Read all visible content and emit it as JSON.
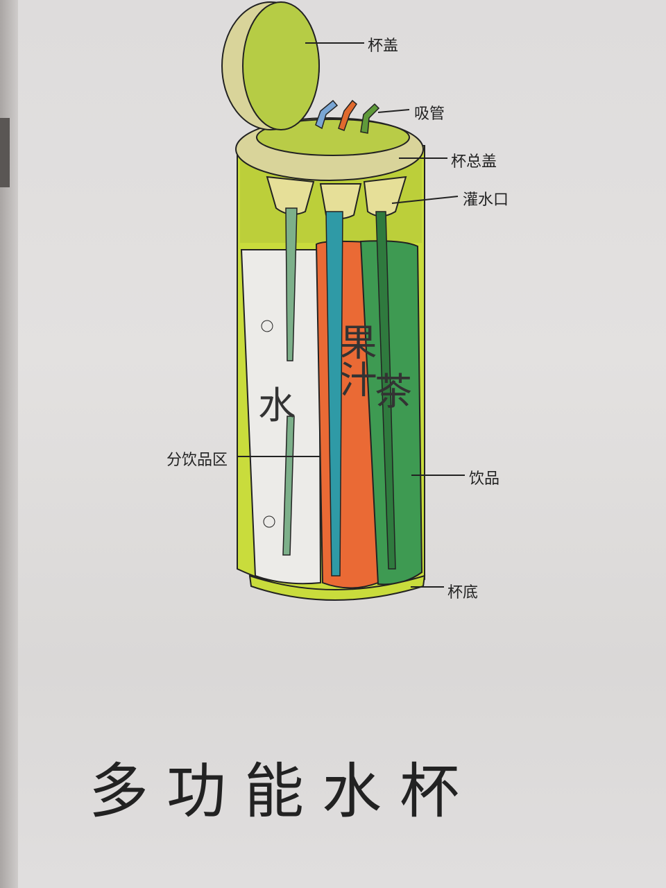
{
  "title": "多功能水杯",
  "labels": {
    "cup_lid": "杯盖",
    "straw": "吸管",
    "main_lid": "杯总盖",
    "fill_port": "灌水口",
    "compartment_divider": "分饮品区",
    "drink": "饮品",
    "cup_bottom": "杯底"
  },
  "compartments": [
    {
      "name": "水",
      "color": "#ecebe8"
    },
    {
      "name": "果汁",
      "color": "#ea6a35"
    },
    {
      "name": "茶",
      "color": "#3e9a52"
    }
  ],
  "straw_tags": [
    "水",
    "果汁",
    "茶"
  ],
  "colors": {
    "body": "#c9dc3c",
    "lid": "#b6cc45",
    "lid_rim": "#d9d49a",
    "straw_water": "#7aa6d4",
    "straw_juice": "#e06a2e",
    "straw_tea": "#5f9a3a"
  }
}
